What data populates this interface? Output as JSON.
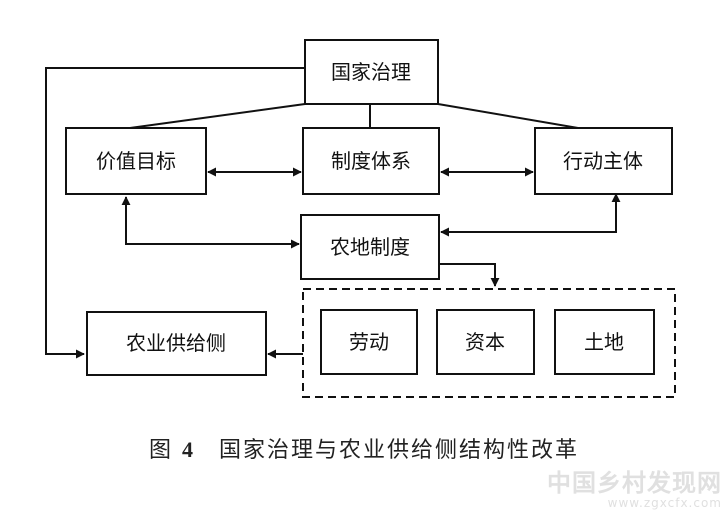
{
  "diagram": {
    "nodes": {
      "governance": "国家治理",
      "value_goal": "价值目标",
      "institution_system": "制度体系",
      "actor": "行动主体",
      "land_system": "农地制度",
      "supply_side": "农业供给侧",
      "labor": "劳动",
      "capital": "资本",
      "land": "土地"
    }
  },
  "caption": {
    "figure_number_prefix": "图",
    "figure_number": "4",
    "title": "国家治理与农业供给侧结构性改革"
  },
  "watermark": {
    "text": "中国乡村发现网",
    "url": "www.zgxcfx.com"
  }
}
